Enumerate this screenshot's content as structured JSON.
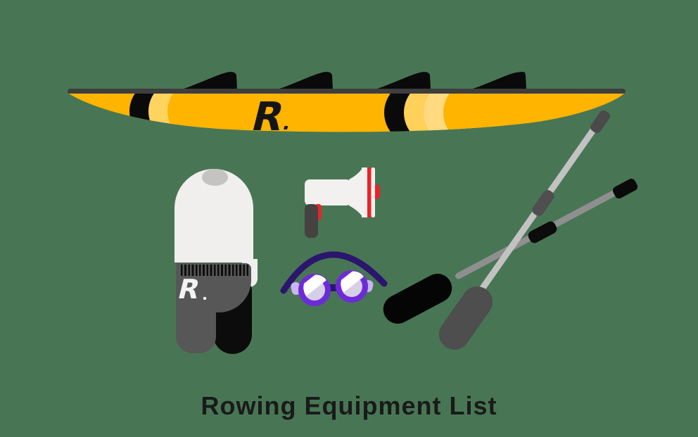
{
  "page": {
    "background_color": "#487654"
  },
  "title": {
    "text": "Rowing Equipment List",
    "color": "#1a1a1a"
  },
  "logos": {
    "boat": "R",
    "uniform": "R"
  },
  "illustrations": {
    "boat": {
      "icon": "rowing-shell-icon",
      "hull_color": "#FFB400",
      "accent_light_yellow": "#FFD45E",
      "accent_pale_yellow": "#FFDA80",
      "accent_black": "#0A0A0A",
      "gunwale_color": "#3E3E3E",
      "rigger_fin_color": "#0A0A0A",
      "logo_color": "#151515"
    },
    "uniform": {
      "icon": "rowing-unisuit-icon",
      "top_color": "#F0EFED",
      "neck_color": "#C5C3C1",
      "shorts_color": "#575757",
      "stripe_color": "#0D0D0D",
      "right_leg_color": "#0C0C0C",
      "logo_color": "#F3F3F3"
    },
    "megaphone": {
      "icon": "megaphone-icon",
      "body_color": "#F2F1EF",
      "accent_color": "#E8232A",
      "handle_color": "#454242"
    },
    "goggles": {
      "icon": "swim-goggles-icon",
      "strap_color": "#2B166E",
      "rim_color": "#6D2BD8",
      "clip_color": "#C9B5F0",
      "lens_color": "#D6D0E6",
      "highlight_color": "#FFFFFF"
    },
    "oars": {
      "icon": "crossed-oars-icon",
      "shaft_light_color": "#C2C2C2",
      "shaft_gray_color": "#8F8F8F",
      "blade_black_color": "#050505",
      "blade_gray_color": "#4E4E4E"
    }
  }
}
